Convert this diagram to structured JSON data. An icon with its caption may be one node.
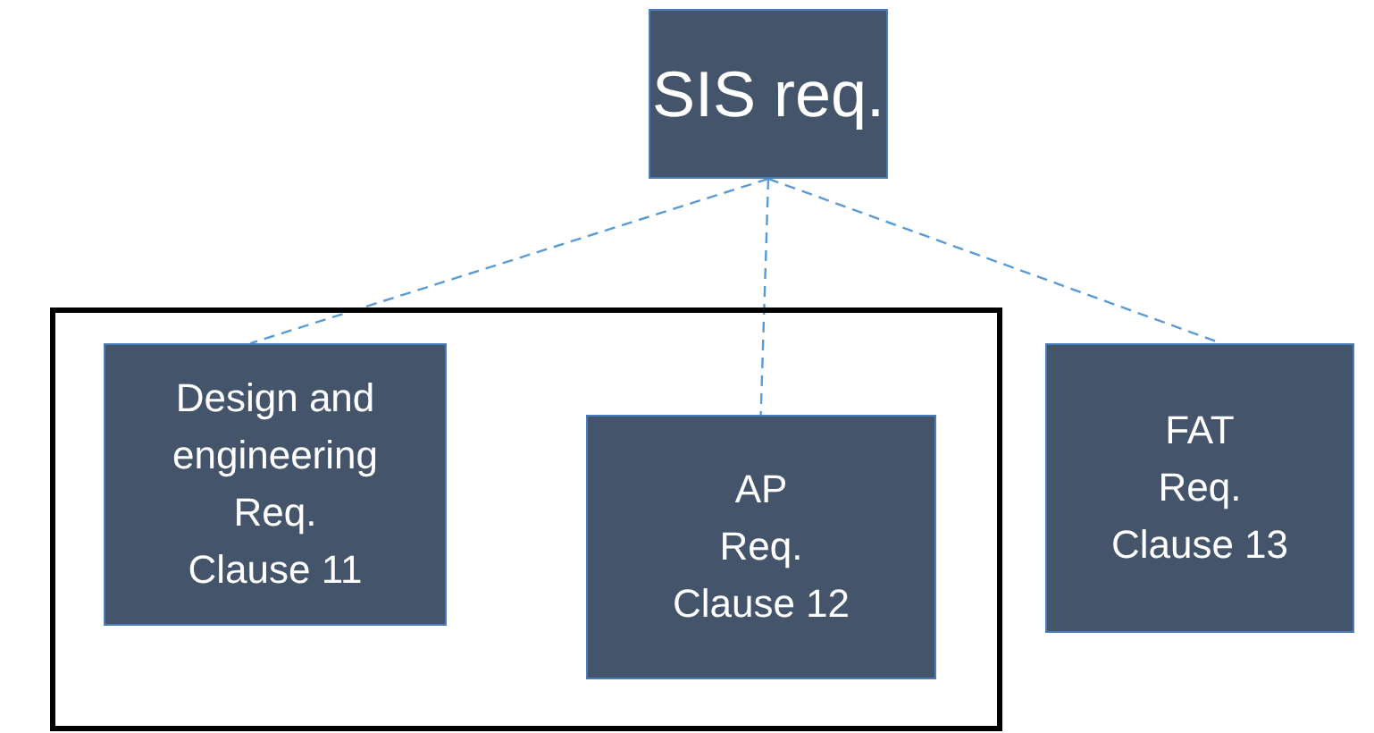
{
  "diagram": {
    "nodes": [
      {
        "text": [
          "SIS req."
        ]
      },
      {
        "text": [],
        "shape": "box"
      },
      {
        "text": [
          "Design and engineering",
          "Req.",
          "Clause 11"
        ],
        "in": 1
      },
      {
        "text": [
          "AP",
          "Req.",
          "Clause 12"
        ],
        "in": 1
      },
      {
        "text": [
          "FAT",
          "Req.",
          "Clause 13"
        ]
      }
    ],
    "edges": [
      {
        "from": 0,
        "to": 2,
        "arrow": "none",
        "style": "dashed"
      },
      {
        "from": 0,
        "to": 3,
        "arrow": "none",
        "style": "dashed"
      },
      {
        "from": 0,
        "to": 4,
        "arrow": "none",
        "style": "dashed"
      }
    ]
  }
}
